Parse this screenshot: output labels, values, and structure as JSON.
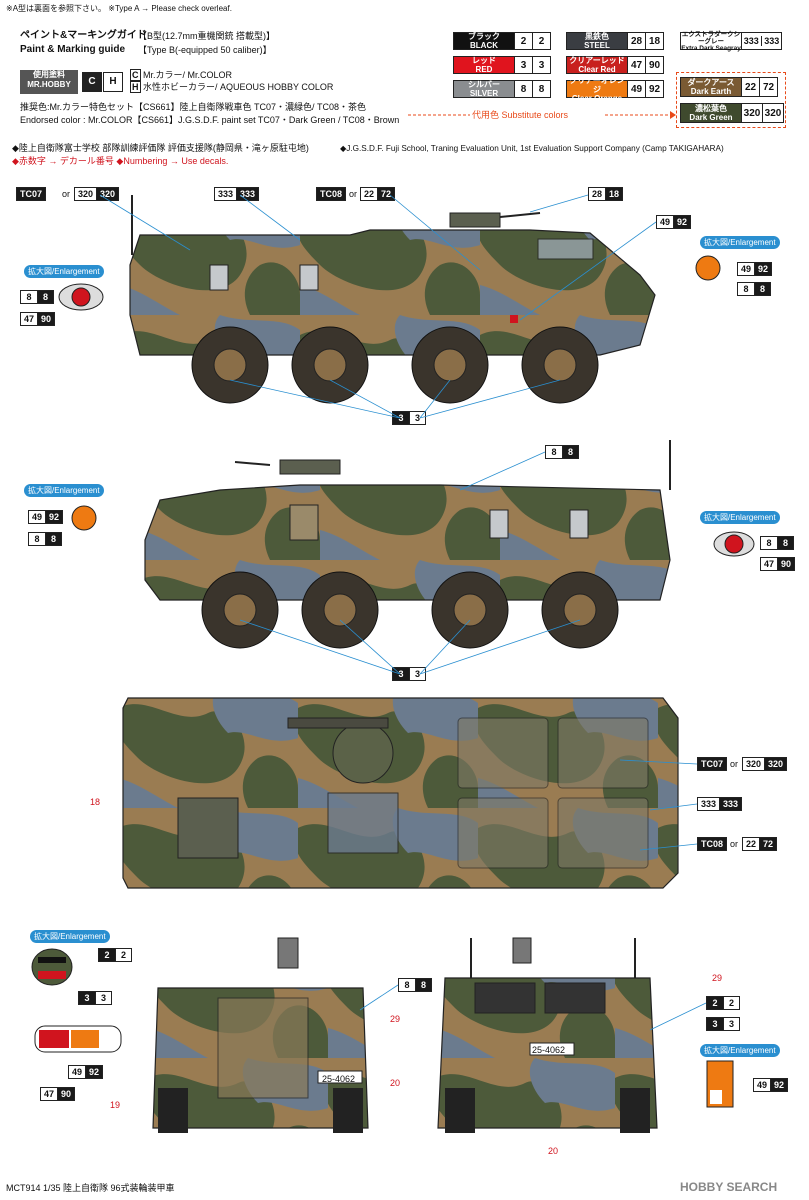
{
  "header": {
    "note": "※A型は裏面を参照下さい。 ※Type A → Please check overleaf.",
    "guide_jp": "ペイント&マーキングガイド",
    "type_b_jp": "【B型(12.7mm重機関銃 搭載型)】",
    "guide_en": "Paint & Marking guide",
    "type_b_en": "【Type B(-equipped 50 caliber)】"
  },
  "paint_legend": {
    "label_top": "使用塗料",
    "label_bottom": "MR.HOBBY",
    "c_letter": "C",
    "h_letter": "H",
    "c_text": "Mr.カラー/ Mr.COLOR",
    "h_text": "水性ホビーカラー/ AQUEOUS HOBBY COLOR"
  },
  "endorsed": {
    "jp": "推奨色:Mr.カラー特色セット【CS661】陸上自衛隊戦車色 TC07・濃緑色/ TC08・茶色",
    "en": "Endorsed color : Mr.COLOR【CS661】J.G.S.D.F. paint set  TC07・Dark Green / TC08・Brown",
    "substitute": "代用色 Substitute colors"
  },
  "unit": {
    "jp": "◆陸上自衛隊富士学校 部隊訓練評価隊 評価支援隊(静岡県・滝ヶ原駐屯地)",
    "en": "◆J.G.S.D.F. Fuji School, Traning Evaluation Unit, 1st Evaluation Support Company (Camp TAKIGAHARA)",
    "numbering": "◆赤数字 → デカール番号  ◆Numbering → Use decals."
  },
  "colors_chips": [
    {
      "jp": "ブラック",
      "en": "BLACK",
      "c": "2",
      "h": "2",
      "bg": "#111111"
    },
    {
      "jp": "レッド",
      "en": "RED",
      "c": "3",
      "h": "3",
      "bg": "#e0141e"
    },
    {
      "jp": "シルバー",
      "en": "SILVER",
      "c": "8",
      "h": "8",
      "bg": "#8a8d90"
    },
    {
      "jp": "黒鉄色",
      "en": "STEEL",
      "c": "28",
      "h": "18",
      "bg": "#3a3d42"
    },
    {
      "jp": "クリアーレッド",
      "en": "Clear Red",
      "c": "47",
      "h": "90",
      "bg": "#c8201e"
    },
    {
      "jp": "クリアーオレンジ",
      "en": "Clear Orange",
      "c": "49",
      "h": "92",
      "bg": "#ee7a12"
    },
    {
      "jp": "エクストラダークシーグレー",
      "en": "Extra Dark Seagray",
      "c": "333",
      "h": "333",
      "bg": "#ffffff"
    },
    {
      "jp": "ダークアース",
      "en": "Dark Earth",
      "c": "22",
      "h": "72",
      "bg": "#7a5a33"
    },
    {
      "jp": "濃松葉色",
      "en": "Dark Green",
      "c": "320",
      "h": "320",
      "bg": "#3f4a2e"
    }
  ],
  "enlargement": "拡大図/Enlargement",
  "tags": {
    "tc07": "TC07",
    "tc08": "TC08",
    "or": "or"
  },
  "decals": {
    "n18": "18",
    "n19": "19",
    "n20": "20",
    "n29": "29",
    "plate": "25-4062"
  },
  "footer": {
    "caption": "MCT914  1/35 陸上自衛隊 96式装輪装甲車",
    "watermark": "HOBBY SEARCH"
  }
}
